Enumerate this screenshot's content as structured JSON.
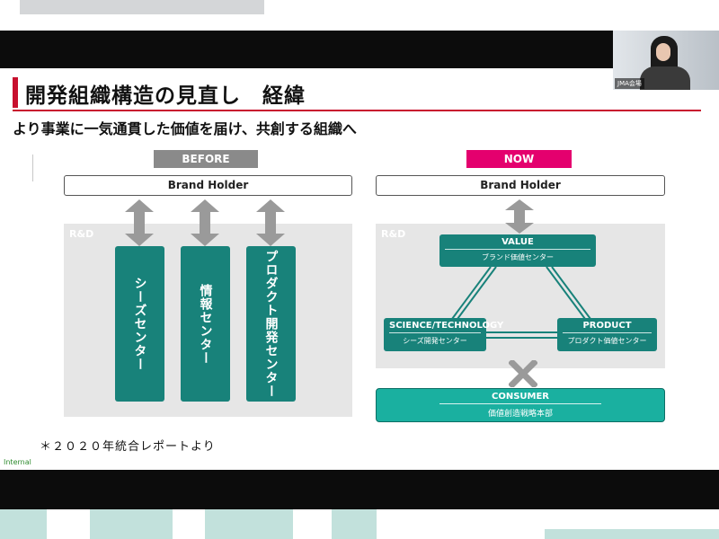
{
  "slide": {
    "title": "開発組織構造の見直し　経緯",
    "subtitle": "より事業に一気通貫した価値を届け、共創する組織へ",
    "footnote": "＊２０２０年統合レポートより",
    "internal_label": "Internal"
  },
  "before": {
    "tag": "BEFORE",
    "brand_holder": "Brand Holder",
    "panel_label": "R&D",
    "centers": [
      "シーズセンター",
      "情報センター",
      "プロダクト開発センター"
    ]
  },
  "now": {
    "tag": "NOW",
    "brand_holder": "Brand Holder",
    "panel_label": "R&D",
    "value": {
      "title": "VALUE",
      "sub": "ブランド価値センター"
    },
    "science": {
      "title": "SCIENCE/TECHNOLOGY",
      "sub": "シーズ開発センター"
    },
    "product": {
      "title": "PRODUCT",
      "sub": "プロダクト価値センター"
    },
    "consumer": {
      "title": "CONSUMER",
      "sub": "価値創造戦略本部"
    }
  },
  "video": {
    "name": "JMA会場"
  },
  "colors": {
    "accent_red": "#c8102e",
    "now_pink": "#e4006e",
    "before_gray": "#8a8a8a",
    "teal": "#18827a",
    "consumer_teal": "#1ab0a0",
    "panel_gray": "#e6e6e6"
  }
}
